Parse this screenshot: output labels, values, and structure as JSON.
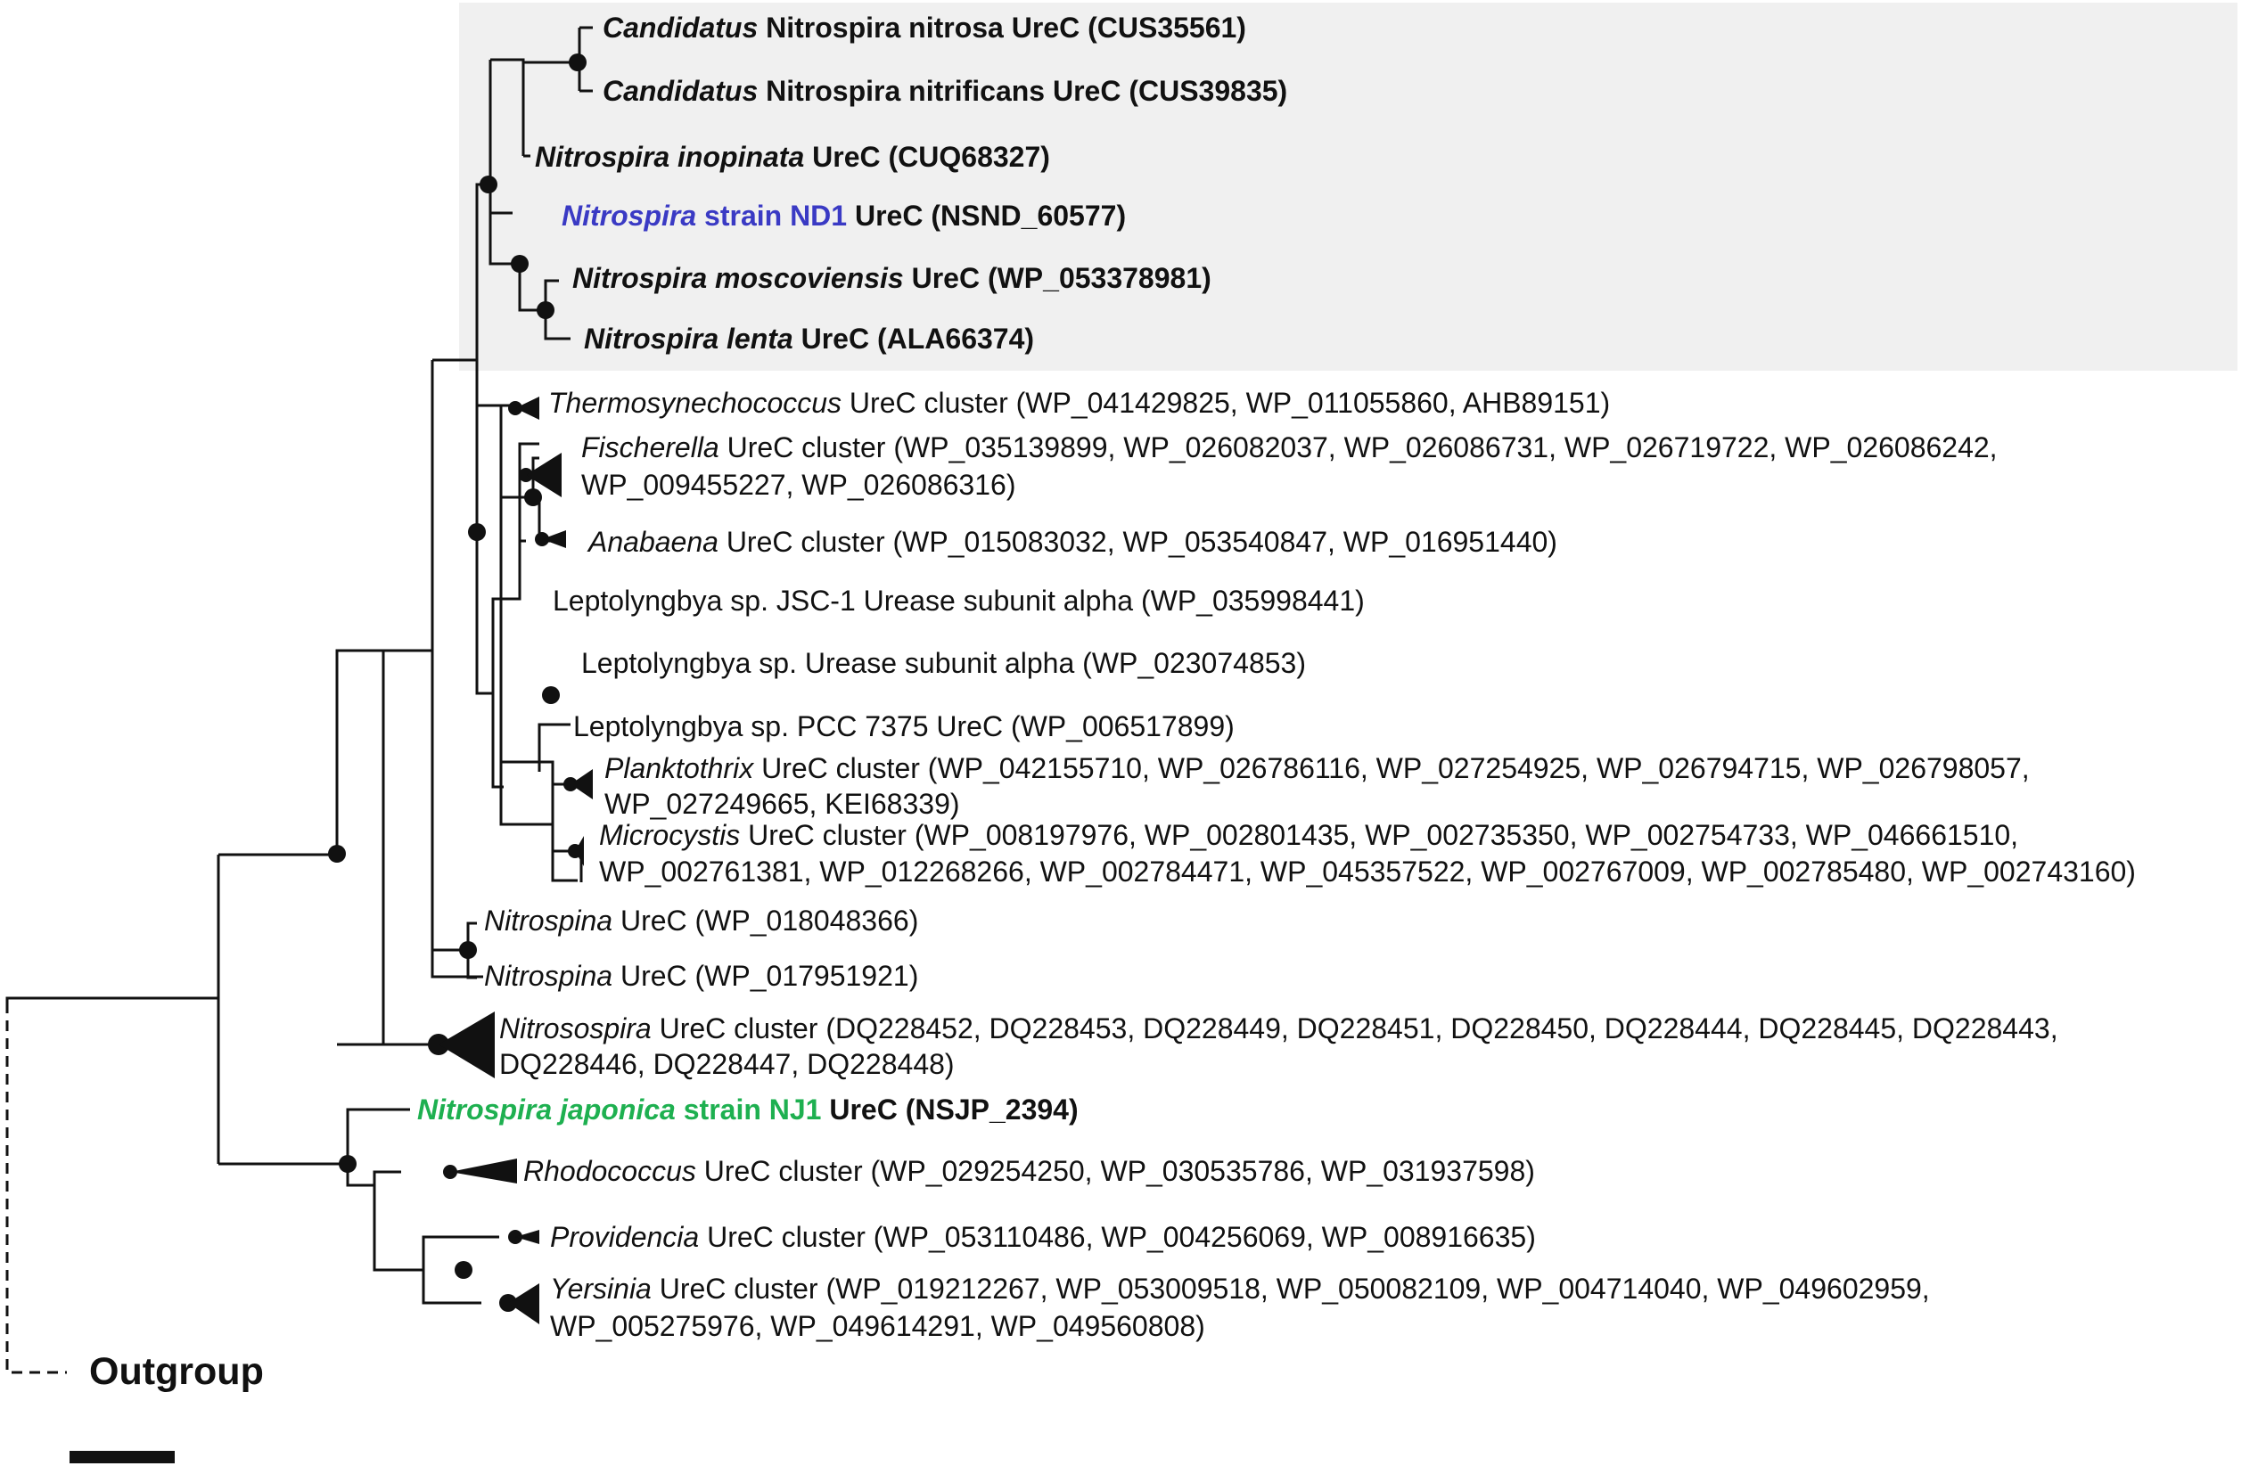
{
  "colors": {
    "line": "#111111",
    "highlight_box": "#f0f0f0",
    "blue_strain": "#3a3ac4",
    "green_strain": "#1eb050"
  },
  "leaves": [
    {
      "id": "cus35561",
      "parts": [
        {
          "t": "Candidatus",
          "i": true
        },
        {
          "t": " Nitrospira nitrosa UreC (CUS35561)"
        }
      ],
      "bold": true
    },
    {
      "id": "cus39835",
      "parts": [
        {
          "t": "Candidatus",
          "i": true
        },
        {
          "t": " Nitrospira nitrificans UreC (CUS39835)"
        }
      ],
      "bold": true
    },
    {
      "id": "cuq68327",
      "parts": [
        {
          "t": "Nitrospira inopinata",
          "i": true
        },
        {
          "t": " UreC (CUQ68327)"
        }
      ],
      "bold": true
    },
    {
      "id": "nsnd",
      "parts": [
        {
          "t": "Nitrospira",
          "i": true,
          "c": "blue"
        },
        {
          "t": " strain ND1",
          "c": "blue"
        },
        {
          "t": " UreC (NSND_60577)"
        }
      ],
      "bold": true
    },
    {
      "id": "moscoviensis",
      "parts": [
        {
          "t": "Nitrospira moscoviensis",
          "i": true
        },
        {
          "t": " UreC (WP_053378981)"
        }
      ],
      "bold": true
    },
    {
      "id": "lenta",
      "parts": [
        {
          "t": "Nitrospira lenta",
          "i": true
        },
        {
          "t": " UreC (ALA66374)"
        }
      ],
      "bold": true
    },
    {
      "id": "thermo",
      "parts": [
        {
          "t": "Thermosynechococcus",
          "i": true
        },
        {
          "t": " UreC cluster (WP_041429825, WP_011055860, AHB89151)"
        }
      ]
    },
    {
      "id": "fischerella1",
      "parts": [
        {
          "t": "Fischerella",
          "i": true
        },
        {
          "t": " UreC cluster (WP_035139899, WP_026082037, WP_026086731, WP_026719722, WP_026086242,"
        }
      ]
    },
    {
      "id": "fischerella2",
      "parts": [
        {
          "t": "WP_009455227, WP_026086316)"
        }
      ]
    },
    {
      "id": "anabaena",
      "parts": [
        {
          "t": "Anabaena",
          "i": true
        },
        {
          "t": " UreC cluster (WP_015083032, WP_053540847, WP_016951440)"
        }
      ]
    },
    {
      "id": "lepto1",
      "parts": [
        {
          "t": "Leptolyngbya sp. JSC-1 Urease subunit alpha (WP_035998441)"
        }
      ]
    },
    {
      "id": "lepto2",
      "parts": [
        {
          "t": "Leptolyngbya sp. Urease subunit alpha (WP_023074853)"
        }
      ]
    },
    {
      "id": "lepto3",
      "parts": [
        {
          "t": "Leptolyngbya sp. PCC 7375 UreC (WP_006517899)"
        }
      ]
    },
    {
      "id": "plankto1",
      "parts": [
        {
          "t": "Planktothrix",
          "i": true
        },
        {
          "t": " UreC cluster (WP_042155710, WP_026786116, WP_027254925, WP_026794715, WP_026798057,"
        }
      ]
    },
    {
      "id": "plankto2",
      "parts": [
        {
          "t": "WP_027249665, KEI68339)"
        }
      ]
    },
    {
      "id": "micro1",
      "parts": [
        {
          "t": "Microcystis",
          "i": true
        },
        {
          "t": " UreC cluster (WP_008197976, WP_002801435, WP_002735350, WP_002754733, WP_046661510,"
        }
      ]
    },
    {
      "id": "micro2",
      "parts": [
        {
          "t": "WP_002761381, WP_012268266, WP_002784471, WP_045357522, WP_002767009, WP_002785480, WP_002743160)"
        }
      ]
    },
    {
      "id": "nitrospina1",
      "parts": [
        {
          "t": "Nitrospina",
          "i": true
        },
        {
          "t": " UreC (WP_018048366)"
        }
      ]
    },
    {
      "id": "nitrospina2",
      "parts": [
        {
          "t": "Nitrospina",
          "i": true
        },
        {
          "t": " UreC (WP_017951921)"
        }
      ]
    },
    {
      "id": "nitrosospira1",
      "parts": [
        {
          "t": "Nitrosospira",
          "i": true
        },
        {
          "t": " UreC cluster (DQ228452, DQ228453, DQ228449, DQ228451, DQ228450, DQ228444, DQ228445, DQ228443,"
        }
      ]
    },
    {
      "id": "nitrosospira2",
      "parts": [
        {
          "t": "DQ228446, DQ228447, DQ228448)"
        }
      ]
    },
    {
      "id": "nsjp",
      "parts": [
        {
          "t": "Nitrospira japonica",
          "i": true,
          "c": "green"
        },
        {
          "t": " strain NJ1",
          "c": "green"
        },
        {
          "t": " UreC (NSJP_2394)"
        }
      ],
      "bold": true
    },
    {
      "id": "rhodo",
      "parts": [
        {
          "t": "Rhodococcus",
          "i": true
        },
        {
          "t": " UreC cluster (WP_029254250, WP_030535786, WP_031937598)"
        }
      ]
    },
    {
      "id": "provid",
      "parts": [
        {
          "t": "Providencia",
          "i": true
        },
        {
          "t": " UreC cluster (WP_053110486, WP_004256069, WP_008916635)"
        }
      ]
    },
    {
      "id": "yersinia1",
      "parts": [
        {
          "t": "Yersinia",
          "i": true
        },
        {
          "t": " UreC cluster (WP_019212267, WP_053009518, WP_050082109, WP_004714040, WP_049602959,"
        }
      ]
    },
    {
      "id": "yersinia2",
      "parts": [
        {
          "t": "WP_005275976, WP_049614291, WP_049560808)"
        }
      ]
    }
  ],
  "outgroup": {
    "label": "Outgroup"
  }
}
